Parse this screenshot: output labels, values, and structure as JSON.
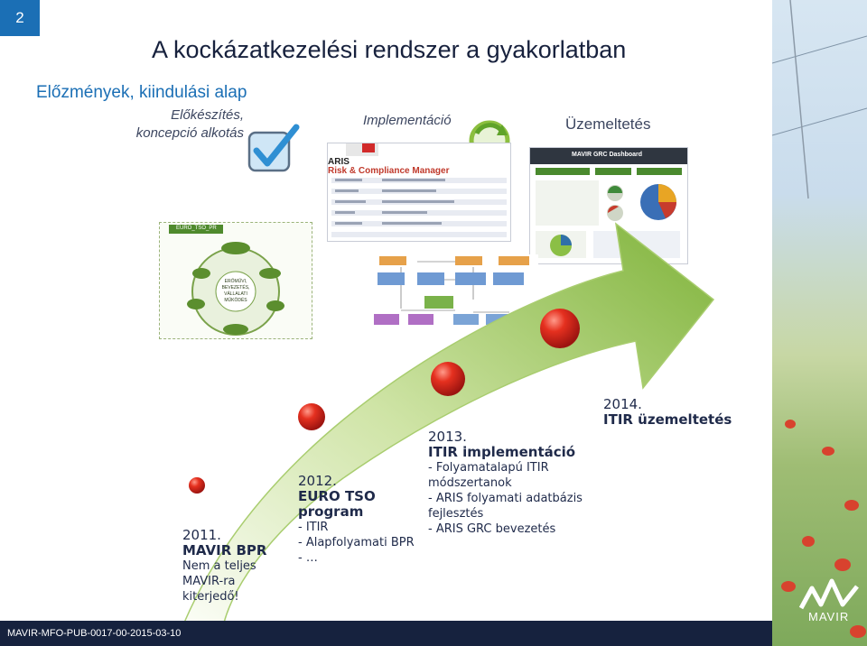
{
  "slide": {
    "number": "2"
  },
  "title": "A kockázatkezelési rendszer a gyakorlatban",
  "subtitle": "Előzmények, kiindulási alap",
  "phases": [
    {
      "label_line1": "Előkészítés,",
      "label_line2": "koncepció alkotás"
    },
    {
      "label": "Implementáció"
    },
    {
      "label": "Üzemeltetés"
    }
  ],
  "screenshots": {
    "aris": {
      "brand": "ARIS",
      "product": "Risk & Compliance Manager"
    },
    "dashboard": {
      "title": "MAVIR GRC Dashboard"
    },
    "process_map": {
      "header": "EURO_TSO_PR",
      "center_line1": "ERŐMŰVI, BEVEZETÉS,",
      "center_line2": "VÁLLALATI",
      "center_line3": "MŰKÖDÉS"
    }
  },
  "milestones": [
    {
      "year": "2011.",
      "heading": "MAVIR BPR",
      "lines": [
        "Nem a teljes",
        "MAVIR-ra",
        "kiterjedő!"
      ]
    },
    {
      "year": "2012.",
      "heading_lines": [
        "EURO TSO",
        "program"
      ],
      "lines": [
        "- ITIR",
        "- Alapfolyamati BPR",
        "- …"
      ]
    },
    {
      "year": "2013.",
      "heading": "ITIR implementáció",
      "lines": [
        "- Folyamatalapú ITIR",
        "módszertanok",
        "- ARIS folyamati adatbázis",
        "fejlesztés",
        "- ARIS GRC bevezetés"
      ]
    },
    {
      "year": "2014.",
      "heading": "ITIR üzemeltetés"
    }
  ],
  "footer": {
    "code": "MAVIR-MFO-PUB-0017-00-2015-03-10"
  },
  "logo": {
    "text": "MAVIR"
  },
  "colors": {
    "accent": "#1b6fb5",
    "arrow_start": "#f4f9ec",
    "arrow_end": "#7fb33a",
    "ball": "#d9211f",
    "footer": "#16223e"
  }
}
